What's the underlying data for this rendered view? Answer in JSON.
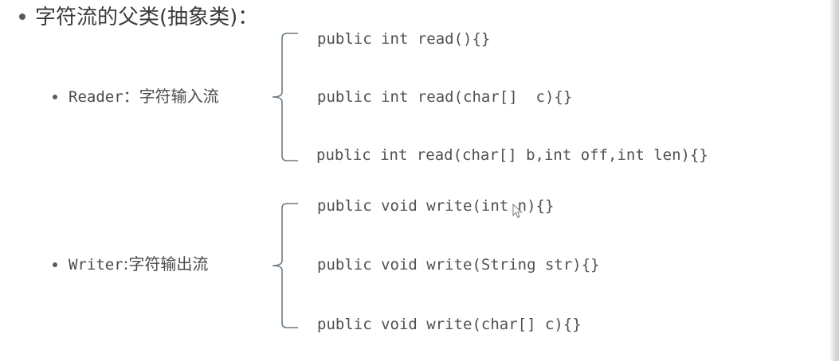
{
  "title": "字符流的父类(抽象类)：",
  "reader": {
    "name": "Reader",
    "desc": "：字符输入流",
    "methods": [
      "public int read(){}",
      "public int read(char[]  c){}",
      "public int read(char[] b,int off,int len){}"
    ]
  },
  "writer": {
    "name": "Writer",
    "desc": ":字符输出流",
    "methods": [
      "public void write(int n){}",
      "public void write(String str){}",
      "public void write(char[] c){}"
    ]
  },
  "icons": {
    "bullet": "bullet-dot-icon",
    "brace": "left-curly-brace-icon",
    "cursor": "mouse-pointer-icon"
  },
  "colors": {
    "text": "#4a4a4a",
    "brace": "#6a7a86"
  }
}
